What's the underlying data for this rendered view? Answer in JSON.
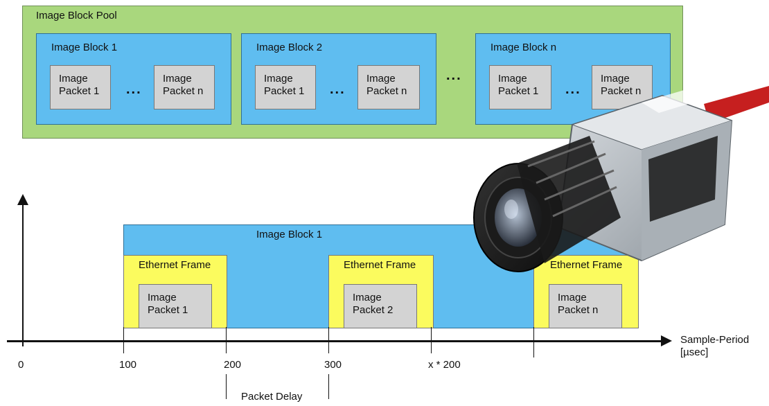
{
  "pool": {
    "title": "Image Block Pool",
    "blocks": [
      {
        "title": "Image Block 1",
        "packets": [
          "Image\nPacket 1",
          "Image\nPacket n"
        ],
        "dots": "..."
      },
      {
        "title": "Image Block 2",
        "packets": [
          "Image\nPacket 1",
          "Image\nPacket n"
        ],
        "dots": "..."
      },
      {
        "title": "Image Block n",
        "packets": [
          "Image\nPacket 1",
          "Image\nPacket n"
        ],
        "dots": "..."
      }
    ],
    "between_dots": "..."
  },
  "timeline": {
    "block_title": "Image Block 1",
    "frames": [
      {
        "title": "Ethernet Frame",
        "packet": "Image\nPacket 1"
      },
      {
        "title": "Ethernet Frame",
        "packet": "Image\nPacket 2"
      },
      {
        "title": "Ethernet Frame",
        "packet": "Image\nPacket n"
      }
    ],
    "axis": {
      "ticks": [
        "0",
        "100",
        "200",
        "300",
        "x * 200"
      ],
      "label": "Sample-Period\n[µsec]"
    },
    "packet_delay_label": "Packet Delay"
  },
  "colors": {
    "pool": "#a9d77d",
    "block": "#5fbdf0",
    "frame": "#fbfb5e",
    "packet": "#d3d3d3"
  },
  "icons": [
    "camera-image"
  ]
}
